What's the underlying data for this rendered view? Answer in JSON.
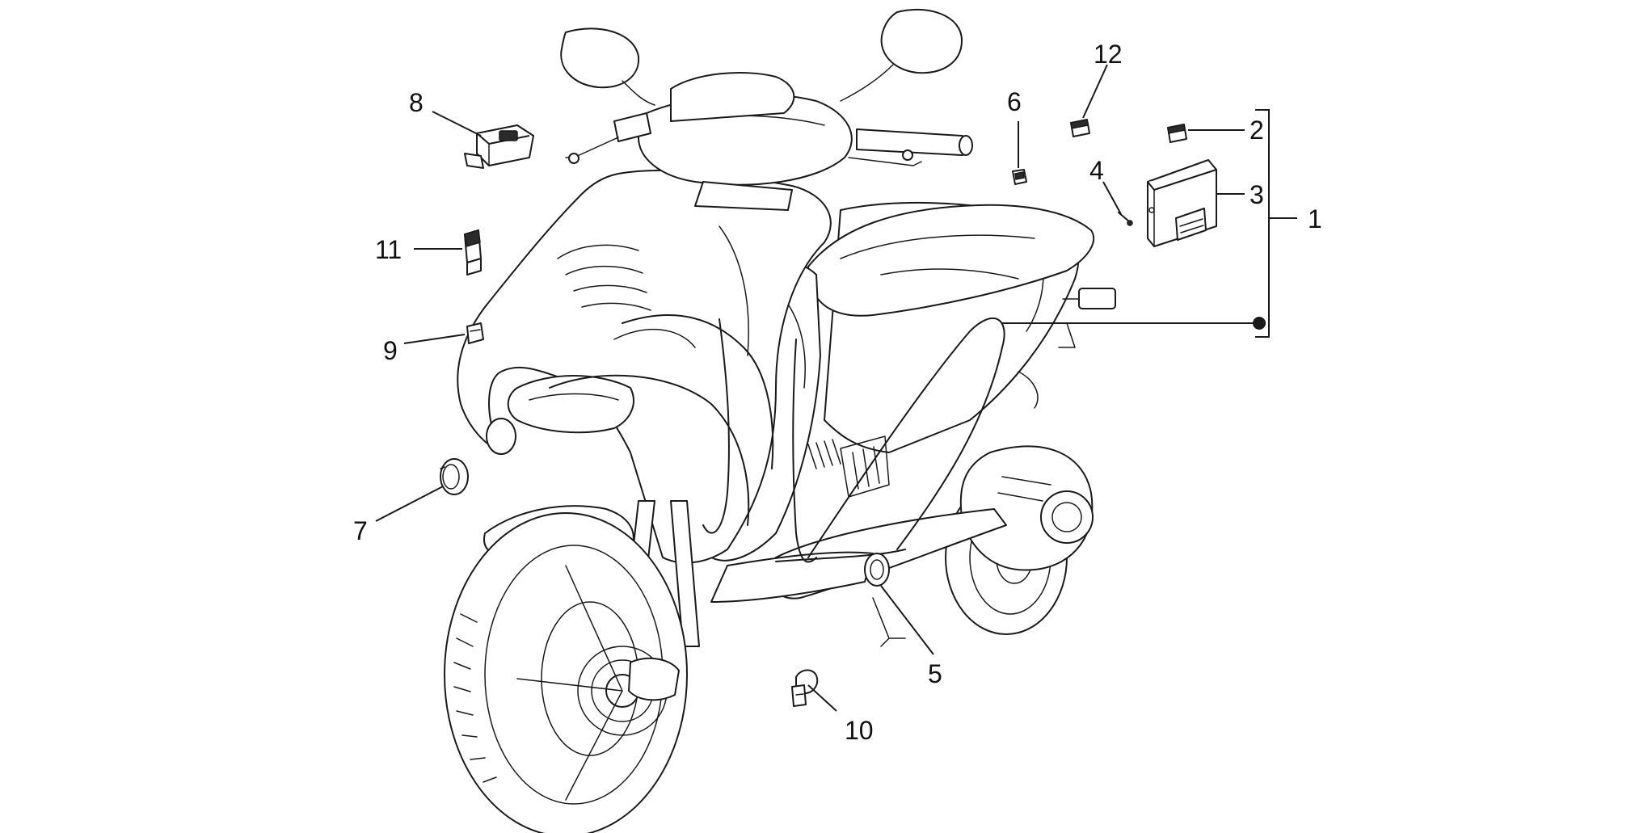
{
  "callouts": {
    "c1": "1",
    "c2": "2",
    "c3": "3",
    "c4": "4",
    "c5": "5",
    "c6": "6",
    "c7": "7",
    "c8": "8",
    "c9": "9",
    "c10": "10",
    "c11": "11",
    "c12": "12"
  },
  "colors": {
    "ink": "#1a1a1a",
    "background": "#ffffff"
  }
}
